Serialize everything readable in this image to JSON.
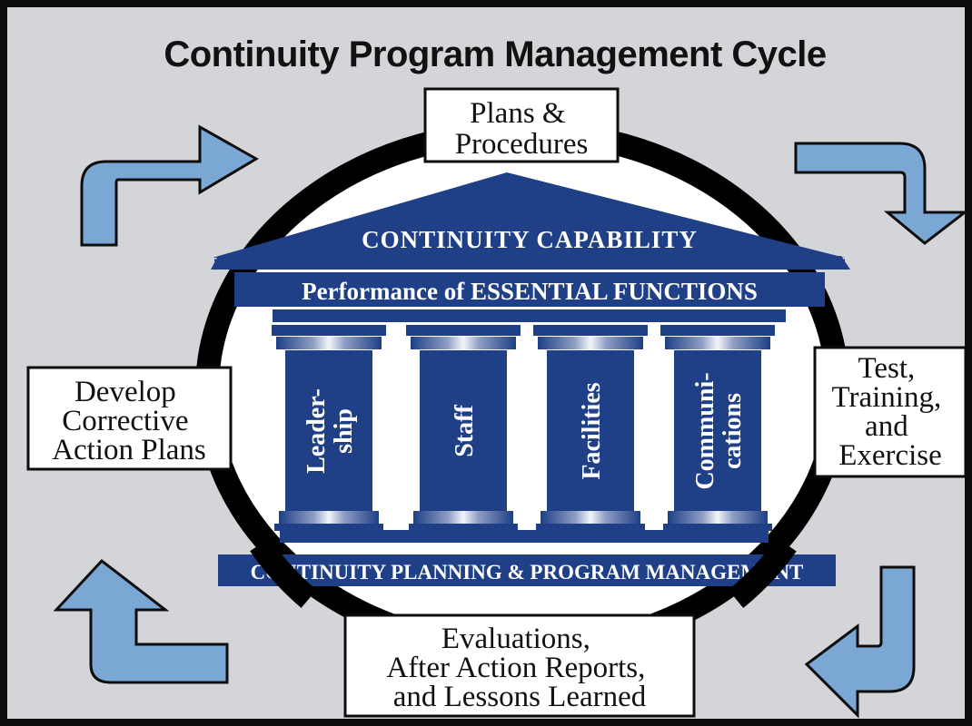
{
  "title": "Continuity Program Management Cycle",
  "colors": {
    "background": "#d4d5d8",
    "frame": "#0d0d0d",
    "navy": "#1f3f86",
    "arrow_fill": "#7aa7d3",
    "ring": "#000000",
    "box_fill": "#ffffff"
  },
  "cycle_boxes": {
    "top": {
      "lines": [
        "Plans &",
        "Procedures"
      ]
    },
    "right": {
      "lines": [
        "Test,",
        "Training,",
        "and",
        "Exercise"
      ]
    },
    "bottom": {
      "lines": [
        "Evaluations,",
        "After Action Reports,",
        "and Lessons Learned"
      ]
    },
    "left": {
      "lines": [
        "Develop",
        "Corrective",
        "Action Plans"
      ]
    }
  },
  "temple": {
    "roof_label": "CONTINUITY CAPABILITY",
    "band_label": "Performance of ESSENTIAL FUNCTIONS",
    "base_label": "CONTINUITY PLANNING & PROGRAM MANAGEMENT",
    "pillars": [
      {
        "lines": [
          "Leader-",
          "ship"
        ]
      },
      {
        "lines": [
          "Staff"
        ]
      },
      {
        "lines": [
          "Facilities"
        ]
      },
      {
        "lines": [
          "Communi-",
          "cations"
        ]
      }
    ]
  },
  "arrows": [
    {
      "name": "arrow-top-left",
      "direction": "right"
    },
    {
      "name": "arrow-top-right",
      "direction": "down"
    },
    {
      "name": "arrow-bottom-right",
      "direction": "left"
    },
    {
      "name": "arrow-bottom-left",
      "direction": "up"
    }
  ]
}
